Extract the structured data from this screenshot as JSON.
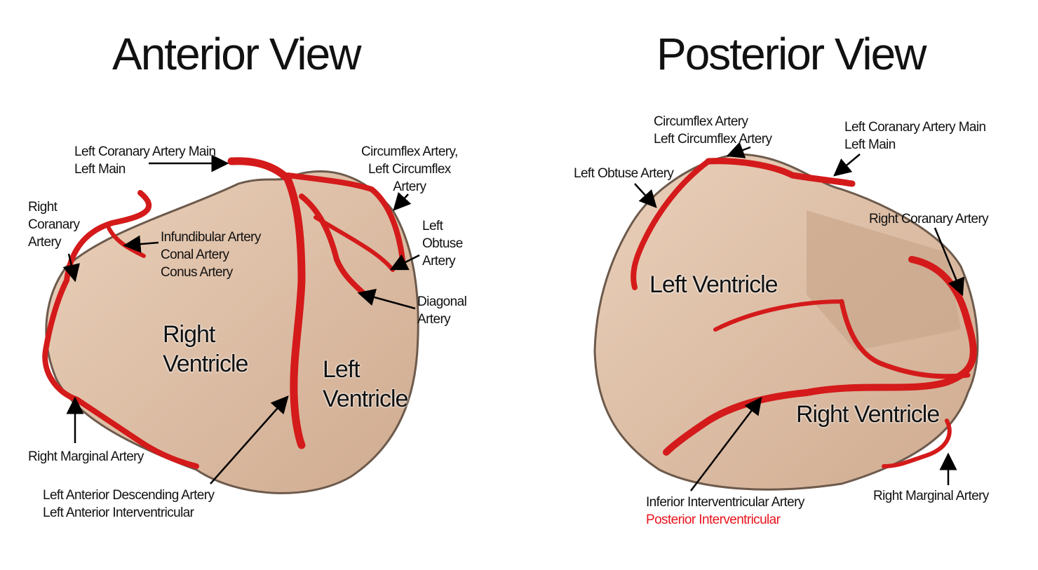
{
  "anterior": {
    "title": "Anterior View",
    "labels": {
      "left_main": [
        "Left Coranary Artery Main",
        "Left Main"
      ],
      "circumflex": [
        "Circumflex Artery,",
        "Left Circumflex",
        "Artery"
      ],
      "right_coronary": [
        "Right",
        "Coranary",
        "Artery"
      ],
      "infundibular": [
        "Infundibular Artery",
        "Conal Artery",
        "Conus Artery"
      ],
      "left_obtuse": [
        "Left",
        "Obtuse",
        "Artery"
      ],
      "diagonal": [
        "Diagonal",
        "Artery"
      ],
      "right_ventricle": [
        "Right",
        "Ventricle"
      ],
      "left_ventricle": [
        "Left",
        "Ventricle"
      ],
      "right_marginal": "Right Marginal Artery",
      "lad": [
        "Left Anterior Descending Artery",
        "Left Anterior Interventricular"
      ]
    }
  },
  "posterior": {
    "title": "Posterior View",
    "labels": {
      "circumflex": [
        "Circumflex Artery",
        "Left Circumflex Artery"
      ],
      "left_main": [
        "Left Coranary Artery Main",
        "Left Main"
      ],
      "left_obtuse": "Left Obtuse Artery",
      "right_coronary": "Right Coranary Artery",
      "left_ventricle": "Left Ventricle",
      "right_ventricle": "Right Ventricle",
      "right_marginal": "Right Marginal Artery",
      "inferior_iv": "Inferior Interventricular Artery",
      "posterior_iv": "Posterior Interventricular"
    }
  },
  "colors": {
    "tissue": "#e3c3aa",
    "artery": "#d41a1a",
    "highlight_text": "#e8141c"
  }
}
